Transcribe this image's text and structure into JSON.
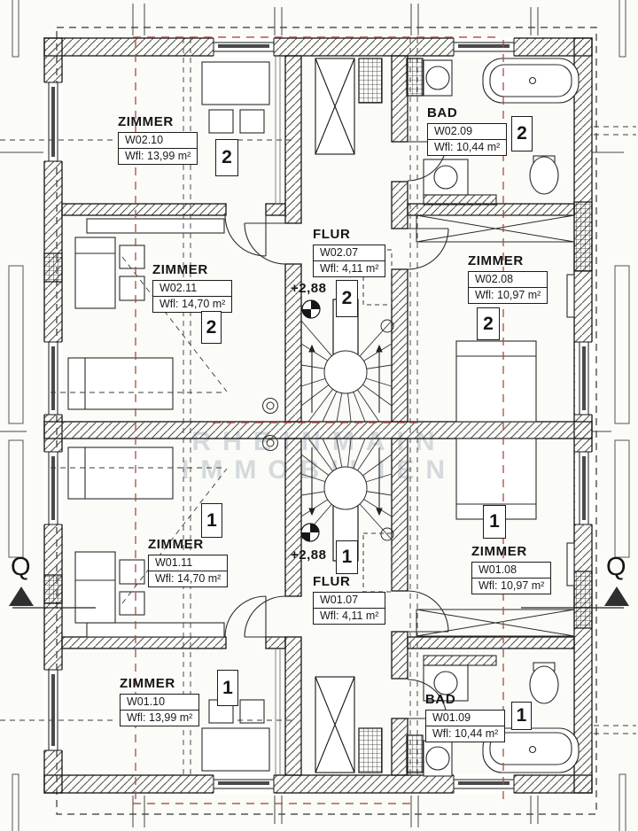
{
  "plan": {
    "drawing_type": "Grundriss / floor plan scan",
    "watermark": {
      "line1": "RHEINMAIN",
      "line2": "IMMOBILIEN"
    },
    "section_markers": {
      "left": "Q",
      "right": "Q"
    },
    "rooms": [
      {
        "name": "ZIMMER",
        "id": "W02.10",
        "area": "Wfl: 13,99 m²",
        "unit": "2"
      },
      {
        "name": "BAD",
        "id": "W02.09",
        "area": "Wfl: 10,44 m²",
        "unit": "2"
      },
      {
        "name": "FLUR",
        "id": "W02.07",
        "area": "Wfl: 4,11 m²",
        "unit": "2",
        "elevation": "+2,88"
      },
      {
        "name": "ZIMMER",
        "id": "W02.11",
        "area": "Wfl: 14,70 m²",
        "unit": "2"
      },
      {
        "name": "ZIMMER",
        "id": "W02.08",
        "area": "Wfl: 10,97 m²",
        "unit": "2"
      },
      {
        "name": "ZIMMER",
        "id": "W01.11",
        "area": "Wfl: 14,70 m²",
        "unit": "1"
      },
      {
        "name": "FLUR",
        "id": "W01.07",
        "area": "Wfl: 4,11 m²",
        "unit": "1",
        "elevation": "+2,88"
      },
      {
        "name": "ZIMMER",
        "id": "W01.08",
        "area": "Wfl: 10,97 m²",
        "unit": "1"
      },
      {
        "name": "ZIMMER",
        "id": "W01.10",
        "area": "Wfl: 13,99 m²",
        "unit": "1"
      },
      {
        "name": "BAD",
        "id": "W01.09",
        "area": "Wfl: 10,44 m²",
        "unit": "1"
      }
    ],
    "colors": {
      "line": "#1d1d1d",
      "reference_red": "#a8473d",
      "watermark": "#b4bec6",
      "paper": "#fbfbf8"
    }
  }
}
